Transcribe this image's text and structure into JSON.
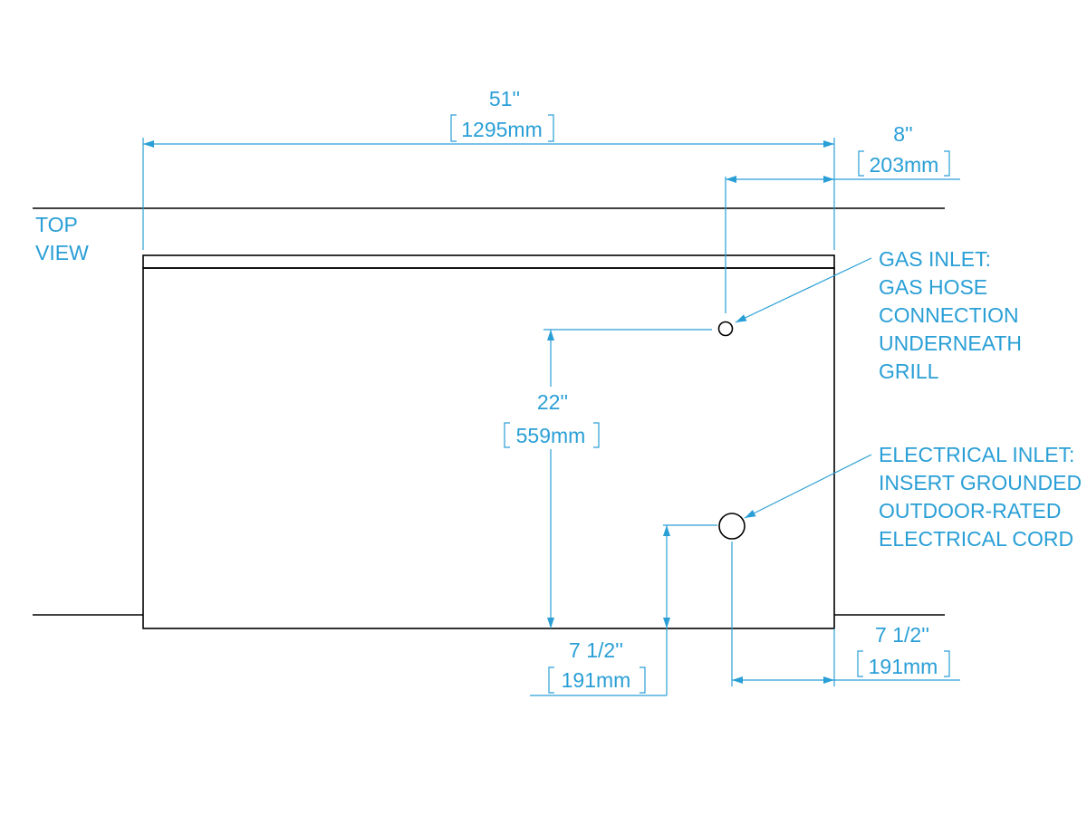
{
  "colors": {
    "dimension": "#2a9fd6",
    "outline": "#000000",
    "background": "#ffffff"
  },
  "view_label": {
    "line1": "TOP",
    "line2": "VIEW"
  },
  "dimensions": {
    "width": {
      "imperial": "51''",
      "metric": "1295mm"
    },
    "gas_offset": {
      "imperial": "8''",
      "metric": "203mm"
    },
    "gas_depth": {
      "imperial": "22''",
      "metric": "559mm"
    },
    "elec_depth": {
      "imperial": "7 1/2''",
      "metric": "191mm"
    },
    "elec_offset": {
      "imperial": "7 1/2''",
      "metric": "191mm"
    }
  },
  "callouts": {
    "gas": [
      "GAS INLET:",
      "GAS HOSE",
      "CONNECTION",
      "UNDERNEATH",
      "GRILL"
    ],
    "electrical": [
      "ELECTRICAL INLET:",
      "INSERT GROUNDED",
      "OUTDOOR-RATED",
      "ELECTRICAL CORD"
    ]
  }
}
